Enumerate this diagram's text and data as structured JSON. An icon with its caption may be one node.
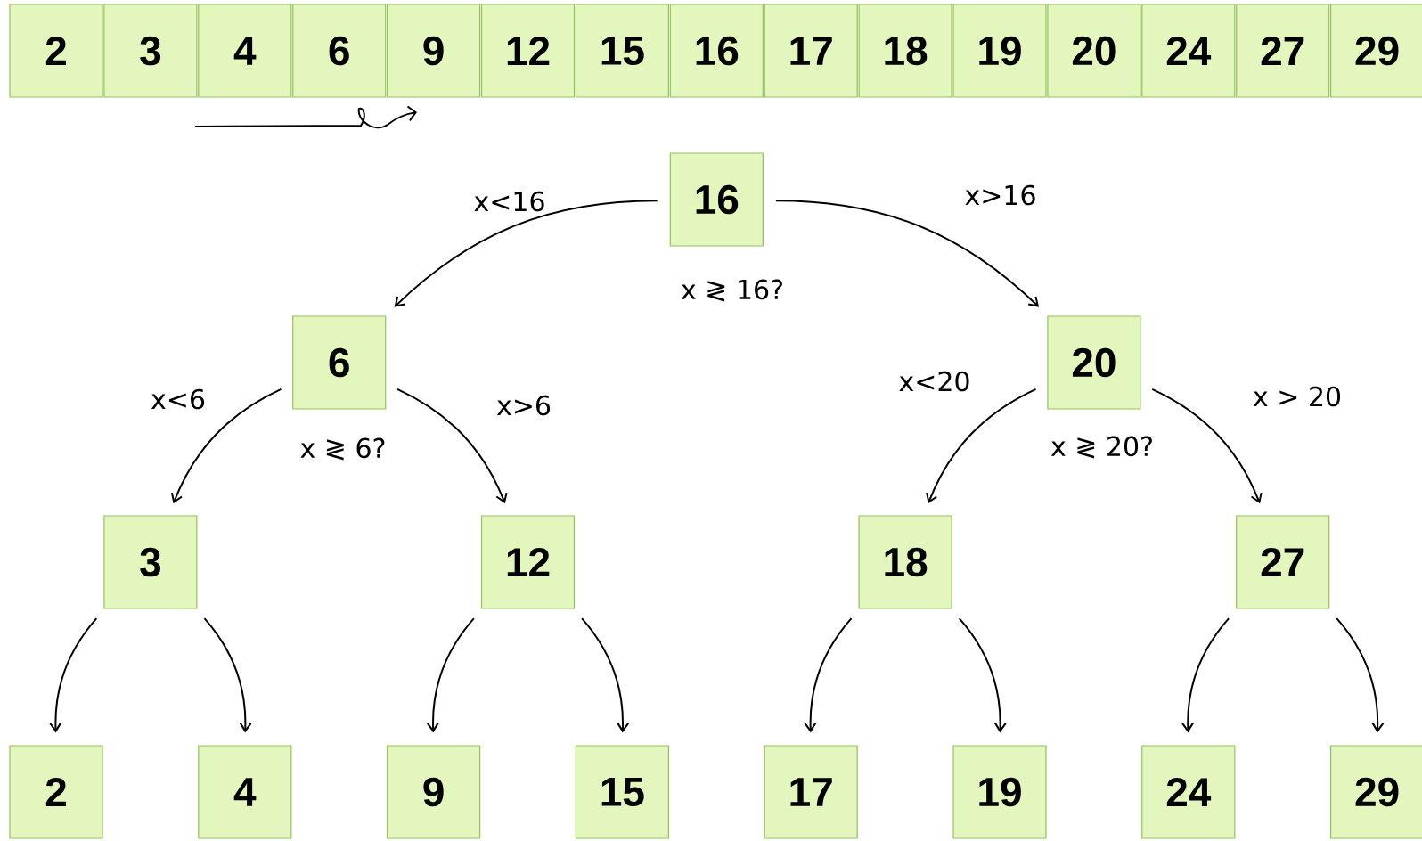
{
  "diagram": {
    "nodes": [
      {
        "text": [
          "2"
        ]
      },
      {
        "text": [
          "3"
        ]
      },
      {
        "text": [
          "4"
        ]
      },
      {
        "text": [
          "6"
        ]
      },
      {
        "text": [
          "9"
        ]
      },
      {
        "text": [
          "12"
        ]
      },
      {
        "text": [
          "15"
        ]
      },
      {
        "text": [
          "16"
        ]
      },
      {
        "text": [
          "17"
        ]
      },
      {
        "text": [
          "18"
        ]
      },
      {
        "text": [
          "19"
        ]
      },
      {
        "text": [
          "20"
        ]
      },
      {
        "text": [
          "24"
        ]
      },
      {
        "text": [
          "27"
        ]
      },
      {
        "text": [
          "29"
        ]
      },
      {
        "text": [
          "16"
        ],
        "beside": [
          "x ≷ 16?"
        ]
      },
      {
        "text": [
          "6"
        ],
        "beside": [
          "x ≷ 6?"
        ]
      },
      {
        "text": [
          "20"
        ],
        "beside": [
          "x ≷ 20?"
        ]
      },
      {
        "text": [
          "3"
        ]
      },
      {
        "text": [
          "12"
        ]
      },
      {
        "text": [
          "18"
        ]
      },
      {
        "text": [
          "27"
        ]
      },
      {
        "text": [
          "2"
        ]
      },
      {
        "text": [
          "4"
        ]
      },
      {
        "text": [
          "9"
        ]
      },
      {
        "text": [
          "15"
        ]
      },
      {
        "text": [
          "17"
        ]
      },
      {
        "text": [
          "19"
        ]
      },
      {
        "text": [
          "24"
        ]
      },
      {
        "text": [
          "29"
        ]
      }
    ],
    "edges": [
      {
        "from": 15,
        "to": 16,
        "arrow": "to",
        "label": "x<16"
      },
      {
        "from": 15,
        "to": 17,
        "arrow": "to",
        "label": "x>16"
      },
      {
        "from": 16,
        "to": 18,
        "arrow": "to",
        "label": "x<6"
      },
      {
        "from": 16,
        "to": 19,
        "arrow": "to",
        "label": "x>6"
      },
      {
        "from": 17,
        "to": 20,
        "arrow": "to",
        "label": "x<20"
      },
      {
        "from": 17,
        "to": 21,
        "arrow": "to",
        "label": "x > 20"
      },
      {
        "from": 18,
        "to": 22,
        "arrow": "to"
      },
      {
        "from": 18,
        "to": 23,
        "arrow": "to"
      },
      {
        "from": 19,
        "to": 24,
        "arrow": "to"
      },
      {
        "from": 19,
        "to": 25,
        "arrow": "to"
      },
      {
        "from": 20,
        "to": 26,
        "arrow": "to"
      },
      {
        "from": 20,
        "to": 27,
        "arrow": "to"
      },
      {
        "from": 21,
        "to": 28,
        "arrow": "to"
      },
      {
        "from": 21,
        "to": 29,
        "arrow": "to"
      }
    ]
  }
}
